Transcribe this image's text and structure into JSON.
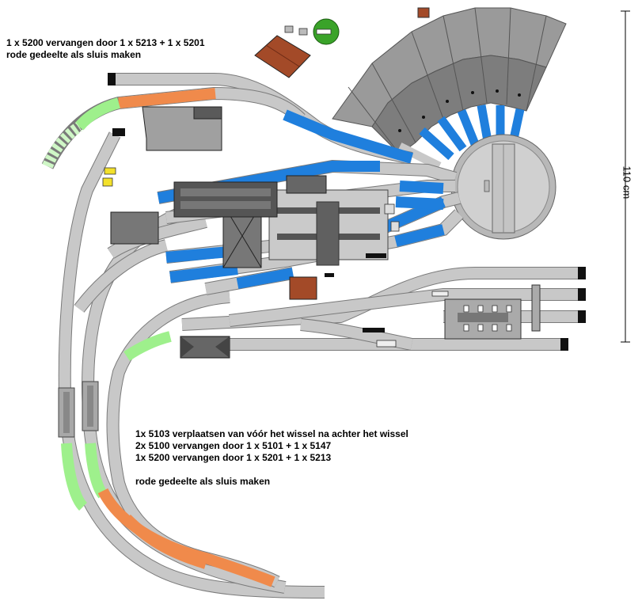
{
  "notes": {
    "top": [
      "1 x 5200 vervangen door 1 x 5213 + 1 x 5201",
      "rode gedeelte als sluis maken"
    ],
    "bottom": [
      "1x 5103 verplaatsen van vóór het wissel na achter het wissel",
      "2x 5100 vervangen door 1 x 5101 + 1 x 5147",
      "1x 5200 vervangen door 1 x 5201 + 1 x 5213",
      "",
      "rode gedeelte als sluis maken"
    ]
  },
  "dimension": {
    "label": "110 cm"
  },
  "colors": {
    "track_gray": "#c8c8c8",
    "track_edge": "#7a7a7a",
    "track_blue": "#1f7fdd",
    "track_orange": "#f08a4b",
    "track_green": "#9ef08c",
    "track_green_pale": "#cff7c6",
    "shed_dark": "#6f6f6f",
    "shed_mid": "#8e8e8e",
    "shed_light": "#b4b4b4",
    "turntable": "#d0d0d0",
    "building_red": "#a34a28",
    "tree_green": "#3aa329",
    "buffer_black": "#111111"
  }
}
